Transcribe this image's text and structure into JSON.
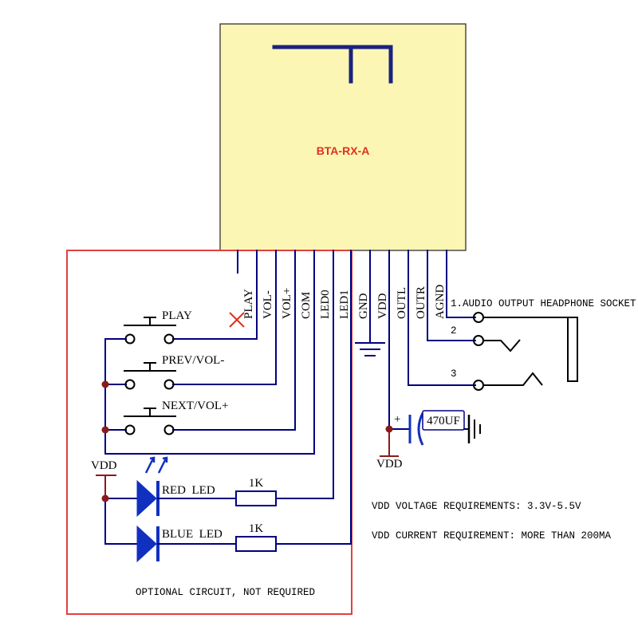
{
  "module": {
    "name": "BTA-RX-A",
    "fill": "#fbf6b4",
    "name_color": "#e03020"
  },
  "pins": [
    "PLAY",
    "VOL-",
    "VOL+",
    "COM",
    "LED0",
    "LED1",
    "GND",
    "VDD",
    "OUTL",
    "OUTR",
    "AGND"
  ],
  "switches": [
    "PLAY",
    "PREV/VOL-",
    "NEXT/VOL+"
  ],
  "leds": [
    "RED  LED",
    "BLUE  LED"
  ],
  "resistors": [
    "1K",
    "1K"
  ],
  "vdd_labels": [
    "VDD",
    "VDD"
  ],
  "capacitor": {
    "plus": "+",
    "value": "470UF"
  },
  "socket": {
    "pin1": "1.AUDIO OUTPUT HEADPHONE SOCKET",
    "pin2": "2",
    "pin3": "3"
  },
  "notes": {
    "voltage": "VDD VOLTAGE REQUIREMENTS: 3.3V-5.5V",
    "current": "VDD CURRENT REQUIREMENT: MORE THAN 200MA",
    "optional": "OPTIONAL CIRCUIT, NOT REQUIRED"
  },
  "colors": {
    "wire": "#000080",
    "border": "#e04040",
    "led": "#1030c0",
    "junction": "#8b1a1a"
  }
}
